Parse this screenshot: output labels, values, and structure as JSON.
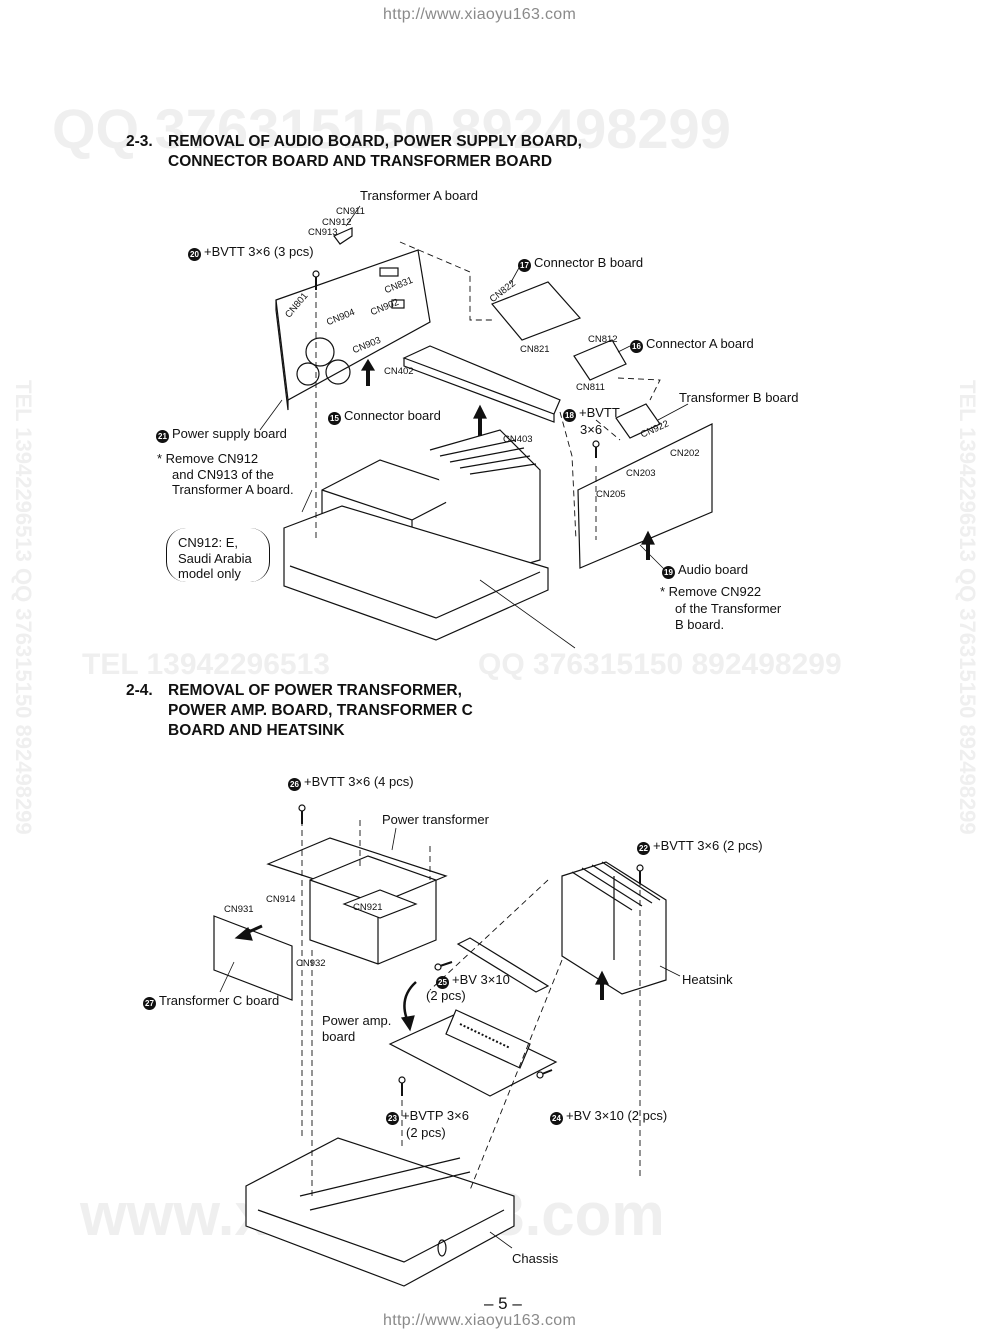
{
  "urls": {
    "top": "http://www.xiaoyu163.com",
    "bottom": "http://www.xiaoyu163.com"
  },
  "watermarks": {
    "qq_top": "QQ 376315150  892498299",
    "tel_mid": "TEL 13942296513",
    "qq_mid": "QQ 376315150  892498299",
    "domain_low": "www.xiaoyu163.com",
    "side_left": "TEL 13942296513  QQ 376315150  892498299",
    "side_right": "TEL 13942296513  QQ 376315150  892498299"
  },
  "section_23": {
    "number": "2-3.",
    "title_line1": "REMOVAL OF AUDIO BOARD, POWER SUPPLY BOARD,",
    "title_line2": "CONNECTOR BOARD AND TRANSFORMER BOARD",
    "labels": {
      "transformer_a": "Transformer A board",
      "cn911": "CN911",
      "cn912": "CN912",
      "cn913": "CN913",
      "screw20_num": "20",
      "screw20": "+BVTT 3×6 (3 pcs)",
      "conn_b_num": "17",
      "conn_b": "Connector B board",
      "cn822": "CN822",
      "cn821": "CN821",
      "cn801": "CN801",
      "cn904": "CN904",
      "cn902": "CN902",
      "cn831": "CN831",
      "cn903": "CN903",
      "cn812": "CN812",
      "conn_a_num": "16",
      "conn_a": "Connector A board",
      "cn811": "CN811",
      "cn402": "CN402",
      "transformer_b": "Transformer B board",
      "conn_num": "15",
      "conn": "Connector board",
      "screw18_num": "18",
      "screw18_a": "+BVTT",
      "screw18_b": "3×6",
      "cn403": "CN403",
      "cn922": "CN922",
      "cn202": "CN202",
      "cn203": "CN203",
      "cn205": "CN205",
      "psu_num": "21",
      "psu": "Power supply board",
      "psu_note1": "*  Remove CN912",
      "psu_note2": "and CN913 of the",
      "psu_note3": "Transformer A board.",
      "paren1": "CN912: E,",
      "paren2": "Saudi Arabia",
      "paren3": "model only",
      "audio_num": "19",
      "audio": "Audio board",
      "audio_note1": "*  Remove CN922",
      "audio_note2": "of the Transformer",
      "audio_note3": "B board."
    }
  },
  "section_24": {
    "number": "2-4.",
    "title_line1": "REMOVAL OF POWER TRANSFORMER,",
    "title_line2": "POWER AMP. BOARD, TRANSFORMER C",
    "title_line3": "BOARD AND HEATSINK",
    "labels": {
      "screw26_num": "26",
      "screw26": "+BVTT 3×6 (4 pcs)",
      "power_transformer": "Power transformer",
      "screw22_num": "22",
      "screw22": "+BVTT 3×6 (2 pcs)",
      "cn914": "CN914",
      "cn931": "CN931",
      "cn921": "CN921",
      "cn932": "CN932",
      "screw25_num": "25",
      "screw25_a": "+BV 3×10",
      "screw25_b": "(2 pcs)",
      "heatsink": "Heatsink",
      "tc_num": "27",
      "tc": "Transformer C board",
      "pamp_a": "Power amp.",
      "pamp_b": "board",
      "screw23_num": "23",
      "screw23_a": "+BVTP 3×6",
      "screw23_b": "(2 pcs)",
      "screw24_num": "24",
      "screw24": "+BV 3×10 (2 pcs)",
      "chassis": "Chassis"
    }
  },
  "page_number": "– 5 –"
}
